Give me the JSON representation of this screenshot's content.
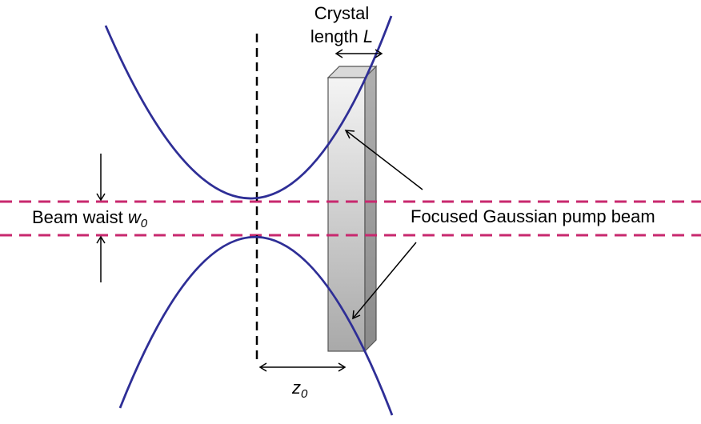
{
  "labels": {
    "crystal_line1": "Crystal",
    "crystal_line2_prefix": "length ",
    "crystal_line2_symbol": "L",
    "beam_waist_prefix": "Beam waist ",
    "beam_waist_symbol": "w",
    "beam_waist_sub": "0",
    "focused_beam": "Focused Gaussian pump beam",
    "z_symbol": "z",
    "z_sub": "0"
  },
  "colors": {
    "beam_curve": "#2e2e96",
    "waist_lines": "#c8286e",
    "focus_line": "#000000",
    "crystal_front_light": "#f4f4f4",
    "crystal_front_dark": "#a9a9a9",
    "crystal_side": "#9a9a9a",
    "crystal_top": "#d9d9d9",
    "arrows": "#000000"
  }
}
